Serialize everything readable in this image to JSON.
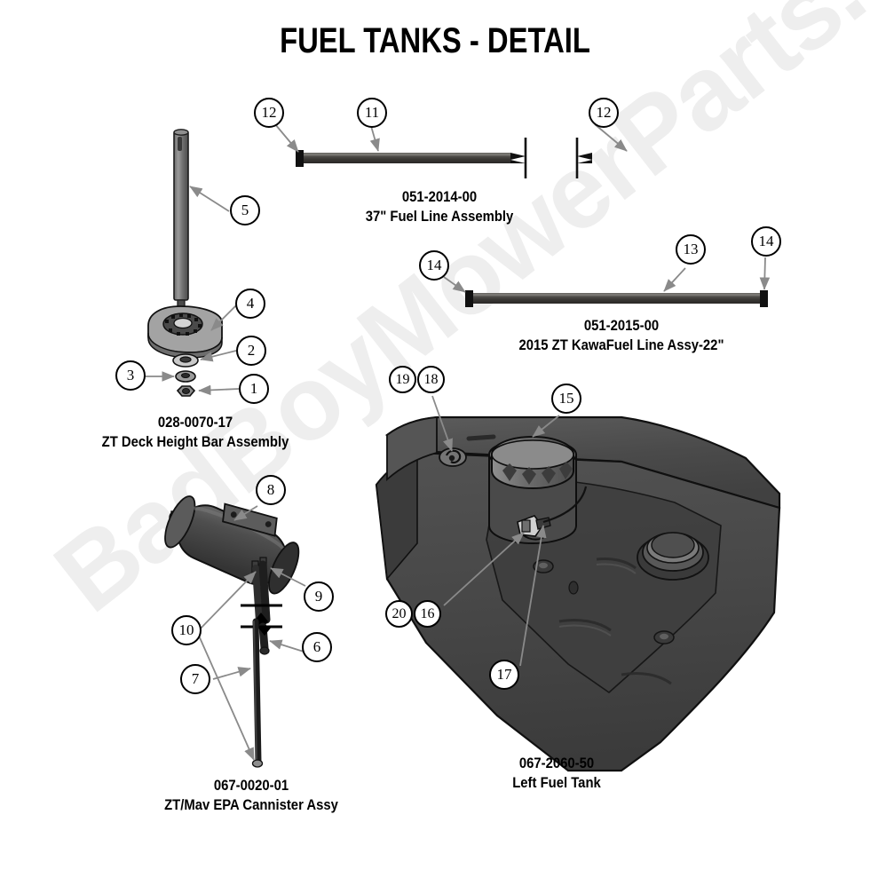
{
  "page": {
    "title": "FUEL TANKS - DETAIL",
    "watermark": "BadBoyMowerParts.com",
    "background_color": "#ffffff",
    "ink_color": "#000000"
  },
  "assemblies": [
    {
      "id": "fuel-line-37",
      "part_number": "051-2014-00",
      "name": "37\" Fuel Line Assembly",
      "callouts": [
        "12",
        "11",
        "12"
      ]
    },
    {
      "id": "fuel-line-22",
      "part_number": "051-2015-00",
      "name": "2015 ZT KawaFuel Line Assy-22\"",
      "callouts": [
        "14",
        "13",
        "14"
      ]
    },
    {
      "id": "deck-height-bar",
      "part_number": "028-0070-17",
      "name": "ZT Deck Height Bar Assembly",
      "callouts": [
        "5",
        "4",
        "2",
        "3",
        "1"
      ]
    },
    {
      "id": "epa-cannister",
      "part_number": "067-0020-01",
      "name": "ZT/Mav EPA Cannister Assy",
      "callouts": [
        "8",
        "9",
        "6",
        "10",
        "7"
      ]
    },
    {
      "id": "left-fuel-tank",
      "part_number": "067-2060-50",
      "name": "Left Fuel Tank",
      "callouts": [
        "19",
        "18",
        "15",
        "20",
        "16",
        "17"
      ]
    }
  ],
  "callouts": {
    "c11": "11",
    "c12a": "12",
    "c12b": "12",
    "c13": "13",
    "c14a": "14",
    "c14b": "14",
    "c1": "1",
    "c2": "2",
    "c3": "3",
    "c4": "4",
    "c5": "5",
    "c6": "6",
    "c7": "7",
    "c8": "8",
    "c9": "9",
    "c10": "10",
    "c15": "15",
    "c16": "16",
    "c17": "17",
    "c18": "18",
    "c19": "19",
    "c20": "20"
  },
  "colors": {
    "hose_body": "#44423f",
    "hose_highlight": "#6e6c68",
    "hose_clamp": "#111111",
    "tank_body": "#4a4a4a",
    "tank_dark": "#3a3a3a",
    "tank_light": "#6a6a6a",
    "metal_light": "#b8b8b8",
    "metal_mid": "#8d8d8d",
    "metal_dark": "#4f4f4f",
    "leader_line": "#8a8a8a",
    "watermark": "#eeeeee"
  }
}
